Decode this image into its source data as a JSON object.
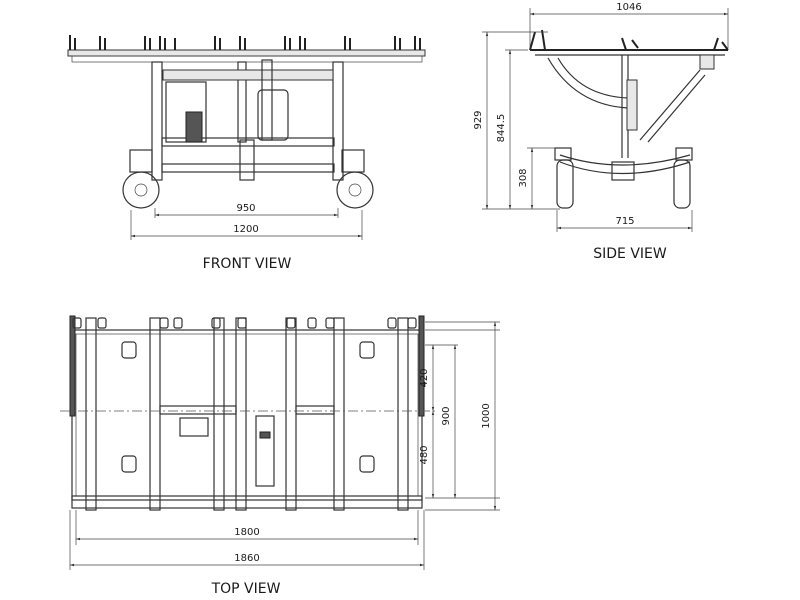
{
  "views": {
    "front": {
      "title": "FRONT VIEW",
      "dims": {
        "inner_width": "950",
        "outer_width": "1200"
      }
    },
    "side": {
      "title": "SIDE VIEW",
      "dims": {
        "top_length": "1046",
        "total_height": "929",
        "table_height": "844.5",
        "lower_height": "308",
        "base_width": "715"
      }
    },
    "top": {
      "title": "TOP VIEW",
      "dims": {
        "upper_section": "420",
        "lower_section": "480",
        "inner_depth": "900",
        "outer_depth": "1000",
        "frame_length": "1800",
        "overall_length": "1860"
      }
    }
  }
}
